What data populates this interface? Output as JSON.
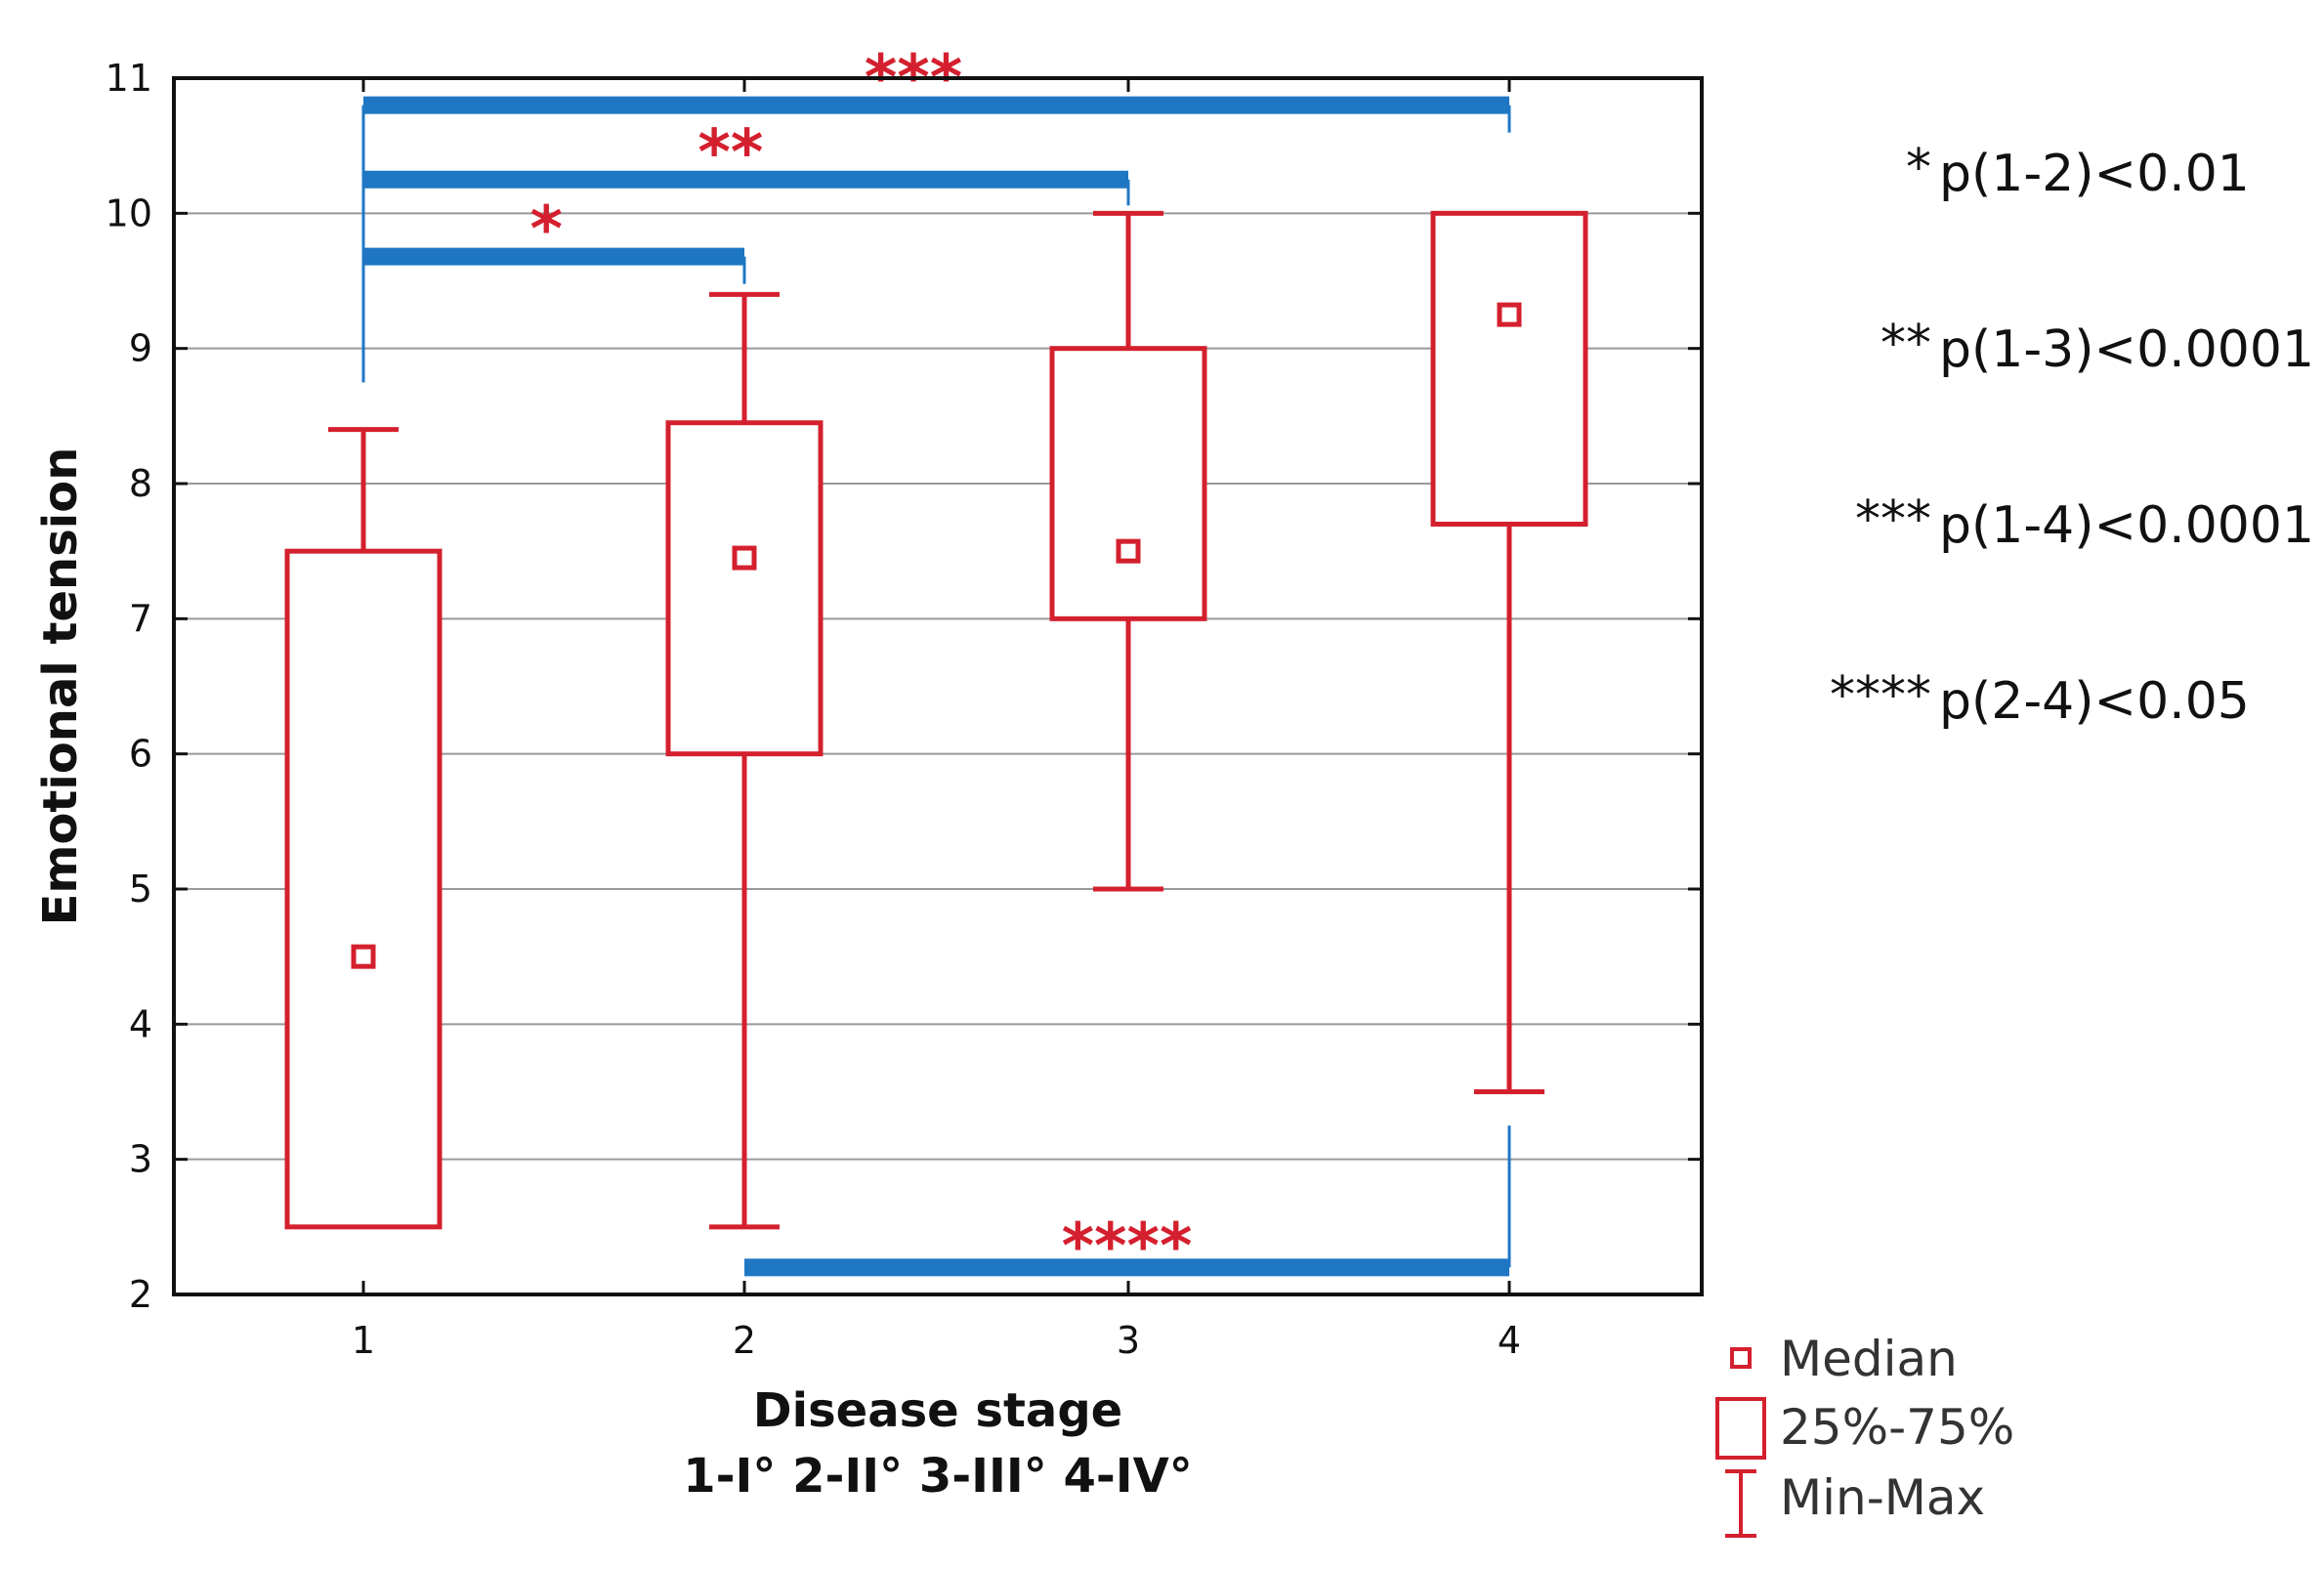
{
  "chart_data": {
    "type": "box",
    "xlabel": "Disease stage",
    "xlabel_sub": "1-I° 2-II° 3-III° 4-IV°",
    "ylabel": "Emotional tension",
    "ylim": [
      2,
      11
    ],
    "yticks": [
      2,
      3,
      4,
      5,
      6,
      7,
      8,
      9,
      10,
      11
    ],
    "categories": [
      "1",
      "2",
      "3",
      "4"
    ],
    "grid": true,
    "boxes": [
      {
        "category": "1",
        "min": 2.5,
        "q1": 2.5,
        "median": 4.5,
        "q3": 7.5,
        "max": 8.4
      },
      {
        "category": "2",
        "min": 2.5,
        "q1": 6.0,
        "median": 7.45,
        "q3": 8.45,
        "max": 9.4
      },
      {
        "category": "3",
        "min": 5.0,
        "q1": 7.0,
        "median": 7.5,
        "q3": 9.0,
        "max": 10.0
      },
      {
        "category": "4",
        "min": 3.5,
        "q1": 7.7,
        "median": 9.25,
        "q3": 10.0,
        "max": 10.0
      }
    ],
    "significance": [
      {
        "from": "1",
        "to": "2",
        "label": "*",
        "level": 9.68
      },
      {
        "from": "1",
        "to": "3",
        "label": "**",
        "level": 10.25
      },
      {
        "from": "1",
        "to": "4",
        "label": "***",
        "level": 10.8
      },
      {
        "from": "2",
        "to": "4",
        "label": "****",
        "level": 2.2
      }
    ],
    "p_notes": [
      {
        "stars": "*",
        "text": "p(1-2)<0.01"
      },
      {
        "stars": "**",
        "text": "p(1-3)<0.0001"
      },
      {
        "stars": "***",
        "text": "p(1-4)<0.0001"
      },
      {
        "stars": "****",
        "text": "p(2-4)<0.05"
      }
    ],
    "legend": {
      "position": "bottom-right",
      "items": [
        {
          "symbol": "median-square",
          "label": "Median"
        },
        {
          "symbol": "box",
          "label": "25%-75%"
        },
        {
          "symbol": "whisker",
          "label": "Min-Max"
        }
      ]
    },
    "colors": {
      "box": "#d4202e",
      "bracket": "#1f77c4",
      "star": "#d4202e",
      "grid": "#999999",
      "axis": "#111111"
    }
  }
}
